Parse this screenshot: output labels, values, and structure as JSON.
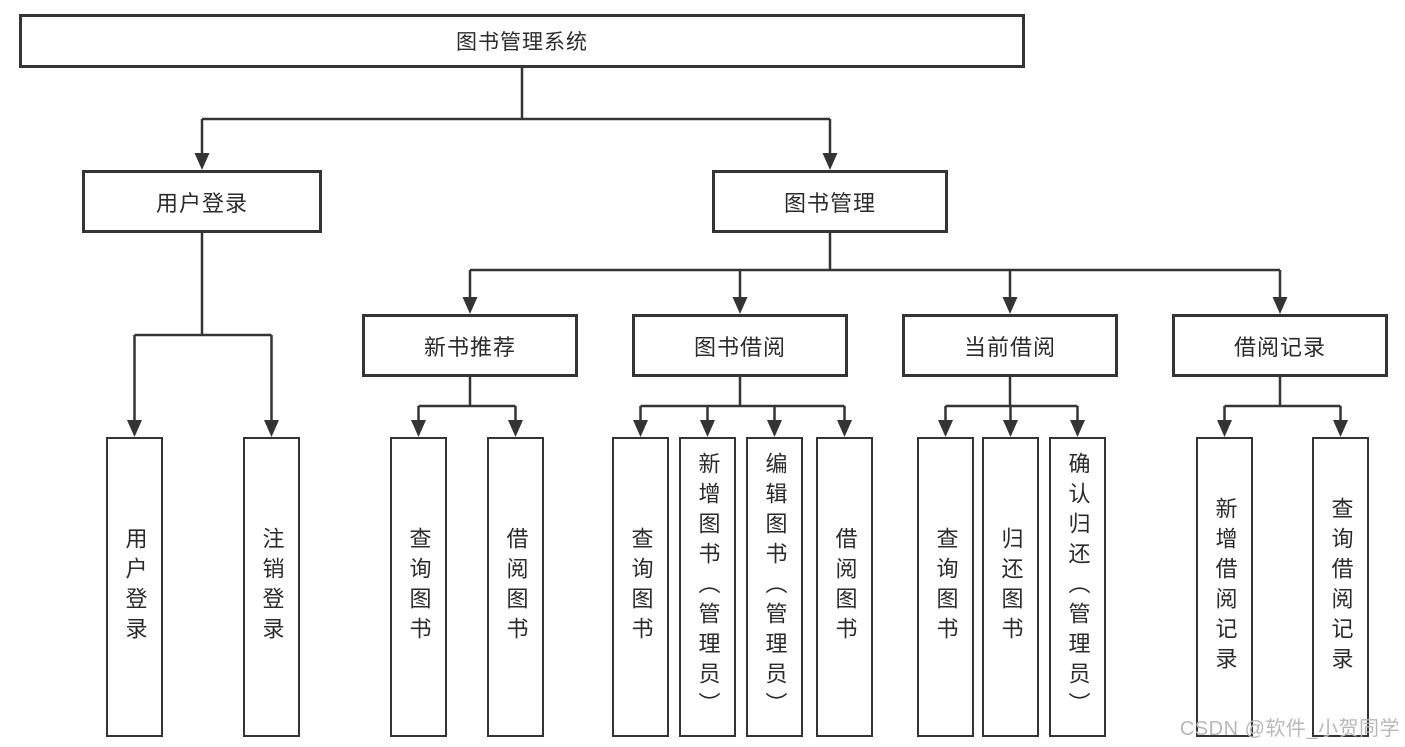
{
  "tree": {
    "root": {
      "label": "图书管理系统",
      "children": [
        {
          "label": "用户登录",
          "children": [
            {
              "label": "用户登录"
            },
            {
              "label": "注销登录"
            }
          ]
        },
        {
          "label": "图书管理",
          "children": [
            {
              "label": "新书推荐",
              "children": [
                {
                  "label": "查询图书"
                },
                {
                  "label": "借阅图书"
                }
              ]
            },
            {
              "label": "图书借阅",
              "children": [
                {
                  "label": "查询图书"
                },
                {
                  "label": "新增图书（管理员）"
                },
                {
                  "label": "编辑图书（管理员）"
                },
                {
                  "label": "借阅图书"
                }
              ]
            },
            {
              "label": "当前借阅",
              "children": [
                {
                  "label": "查询图书"
                },
                {
                  "label": "归还图书"
                },
                {
                  "label": "确认归还（管理员）"
                }
              ]
            },
            {
              "label": "借阅记录",
              "children": [
                {
                  "label": "新增借阅记录"
                },
                {
                  "label": "查询借阅记录"
                }
              ]
            }
          ]
        }
      ]
    }
  },
  "watermark": {
    "text": "CSDN @软件_小贺同学"
  },
  "colors": {
    "line": "#343434",
    "text": "#2b2b2b",
    "box_bg": "#ffffff",
    "watermark": "#b9b9b9",
    "background": "#ffffff"
  }
}
